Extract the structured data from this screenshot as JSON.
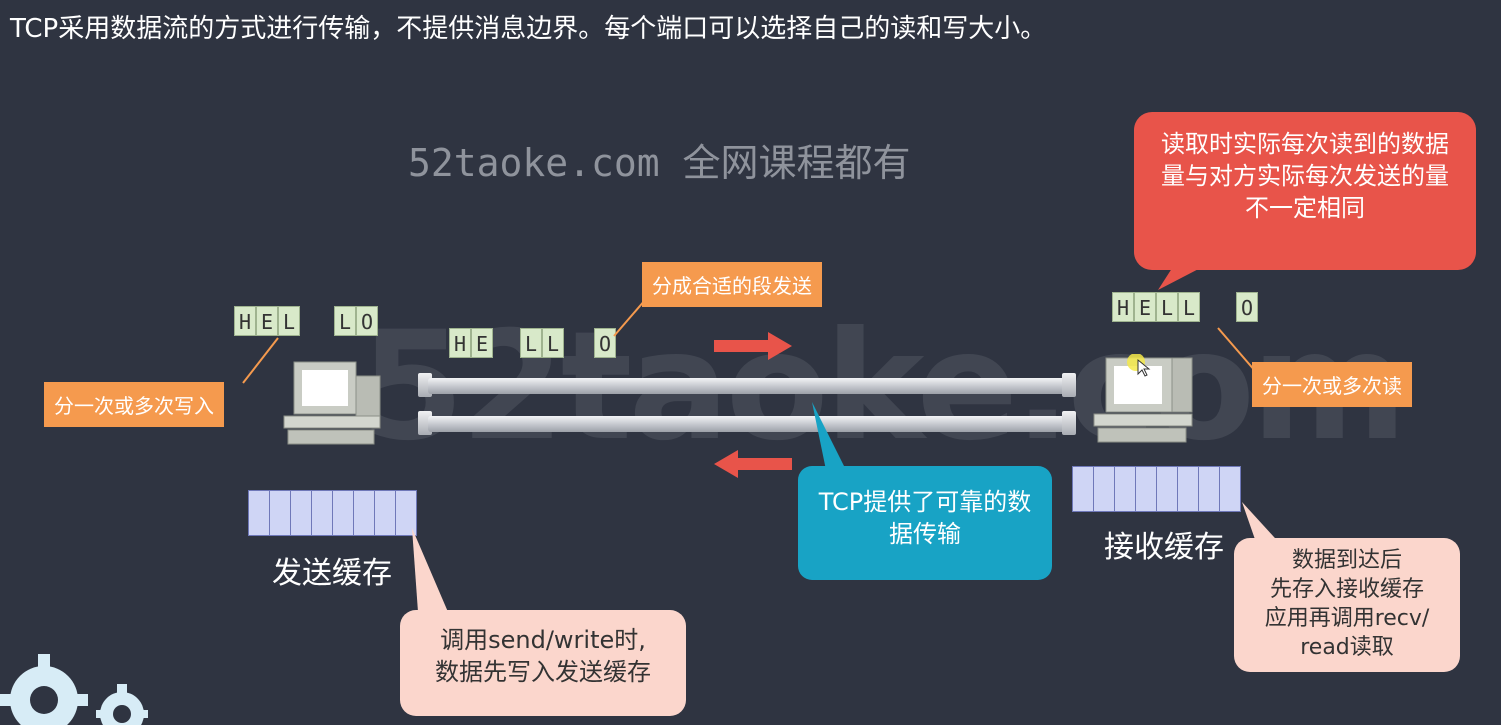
{
  "headline": "TCP采用数据流的方式进行传输，不提供消息边界。每个端口可以选择自己的读和写大小。",
  "watermark_top": "52taoke.com  全网课程都有",
  "watermark_big": "52taoke.com",
  "sender_letters": [
    {
      "group": [
        "H",
        "E",
        "L"
      ]
    },
    {
      "group": [
        "L",
        "O"
      ]
    }
  ],
  "middle_letters": [
    {
      "group": [
        "H",
        "E"
      ]
    },
    {
      "group": [
        "L",
        "L"
      ]
    },
    {
      "group": [
        "O"
      ]
    }
  ],
  "receiver_letters": [
    {
      "group": [
        "H",
        "E",
        "L",
        "L"
      ]
    },
    {
      "group": [
        "O"
      ]
    }
  ],
  "labels": {
    "segment_send": "分成合适的段发送",
    "write_once_or_more": "分一次或多次写入",
    "read_once_or_more": "分一次或多次读"
  },
  "buffers": {
    "send_label": "发送缓存",
    "recv_label": "接收缓存",
    "send_cells": 8,
    "recv_cells": 8
  },
  "callouts": {
    "read_size_line1": "读取时实际每次读到的数据",
    "read_size_line2": "量与对方实际每次发送的量",
    "read_size_line3": "不一定相同",
    "reliable_line1": "TCP提供了可靠的数",
    "reliable_line2": "据传输",
    "send_write_line1": "调用send/write时,",
    "send_write_line2": "数据先写入发送缓存",
    "recv_line1": "数据到达后",
    "recv_line2": "先存入接收缓存",
    "recv_line3": "应用再调用recv/",
    "recv_line4": "read读取"
  },
  "colors": {
    "background": "#2f3441",
    "arrow": "#e8544a",
    "orange": "#f59a4e",
    "teal": "#18a3c5",
    "pink": "#fbd6cc",
    "letter_bg": "#d8e9c9",
    "buffer_bg": "#cfd5f5"
  },
  "icons": {
    "sender_computer": "computer-icon",
    "receiver_computer": "computer-icon",
    "gear": "gear-icon"
  }
}
